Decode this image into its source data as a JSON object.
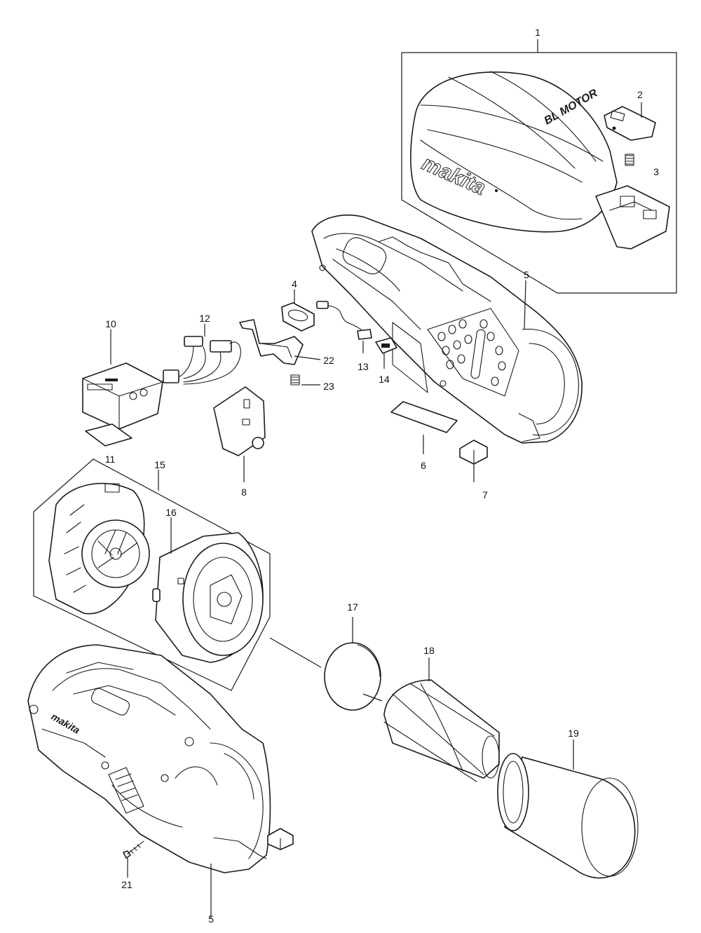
{
  "diagram": {
    "brand_logo": "makita",
    "motor_badge": "BL MOTOR",
    "callouts": {
      "c1": "1",
      "c2": "2",
      "c3": "3",
      "c4": "4",
      "c5a": "5",
      "c5b": "5",
      "c6": "6",
      "c7": "7",
      "c8": "8",
      "c10": "10",
      "c11": "11",
      "c12": "12",
      "c13": "13",
      "c14": "14",
      "c15": "15",
      "c16": "16",
      "c17": "17",
      "c18": "18",
      "c19": "19",
      "c21": "21",
      "c22": "22",
      "c23": "23"
    }
  }
}
